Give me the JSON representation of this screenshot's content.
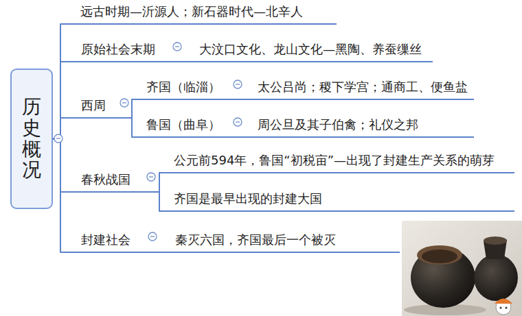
{
  "diagram": {
    "nodes": [
      {
        "text": [
          "历史概况"
        ]
      },
      {
        "text": [
          "远古时期—沂源人；新石器时代—北辛人"
        ]
      },
      {
        "text": [
          "原始社会末期"
        ]
      },
      {
        "text": [
          "大汶口文化、龙山文化—黑陶、养蚕缫丝"
        ]
      },
      {
        "text": [
          "西周"
        ]
      },
      {
        "text": [
          "齐国（临淄）"
        ]
      },
      {
        "text": [
          "太公吕尚；稷下学宫；通商工、便鱼盐"
        ]
      },
      {
        "text": [
          "鲁国（曲阜）"
        ]
      },
      {
        "text": [
          "周公旦及其子伯禽；礼仪之邦"
        ]
      },
      {
        "text": [
          "春秋战国"
        ]
      },
      {
        "text": [
          "公元前594年，鲁国“初税亩”—出现了封建生产关系的萌芽"
        ]
      },
      {
        "text": [
          "齐国是最早出现的封建大国"
        ]
      },
      {
        "text": [
          "封建社会"
        ]
      },
      {
        "text": [
          "秦灭六国，齐国最后一个被灭"
        ]
      }
    ],
    "edges": [
      {
        "from": 0,
        "to": 1,
        "arrow": "none"
      },
      {
        "from": 0,
        "to": 2,
        "arrow": "none"
      },
      {
        "from": 0,
        "to": 4,
        "arrow": "none"
      },
      {
        "from": 0,
        "to": 9,
        "arrow": "none"
      },
      {
        "from": 0,
        "to": 12,
        "arrow": "none"
      },
      {
        "from": 2,
        "to": 3,
        "arrow": "none"
      },
      {
        "from": 4,
        "to": 5,
        "arrow": "none"
      },
      {
        "from": 4,
        "to": 7,
        "arrow": "none"
      },
      {
        "from": 5,
        "to": 6,
        "arrow": "none"
      },
      {
        "from": 7,
        "to": 8,
        "arrow": "none"
      },
      {
        "from": 9,
        "to": 10,
        "arrow": "none"
      },
      {
        "from": 9,
        "to": 11,
        "arrow": "none"
      },
      {
        "from": 12,
        "to": 13,
        "arrow": "none"
      }
    ]
  }
}
